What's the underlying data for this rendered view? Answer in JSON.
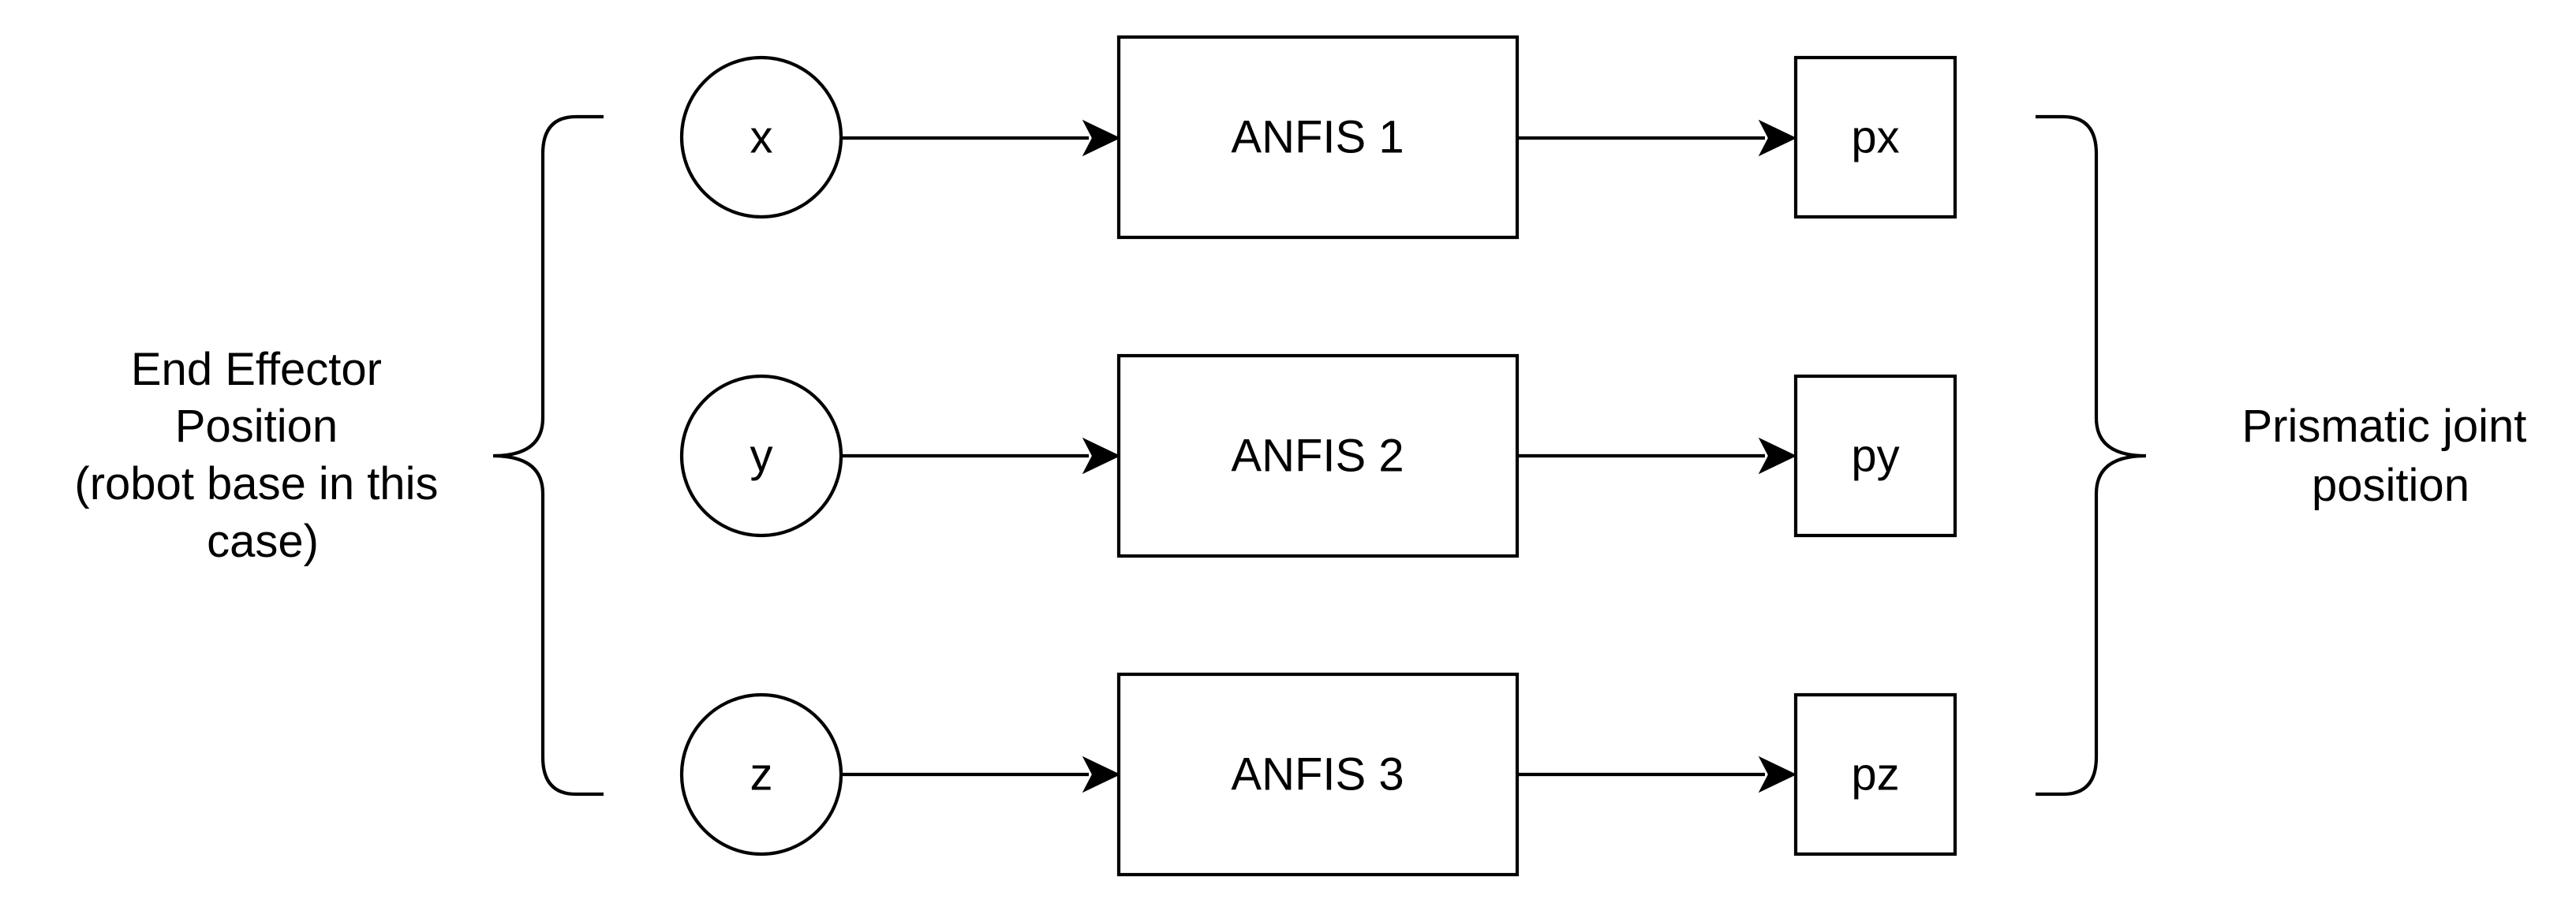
{
  "diagram": {
    "inputs": [
      {
        "label": "x"
      },
      {
        "label": "y"
      },
      {
        "label": "z"
      }
    ],
    "models": [
      {
        "label": "ANFIS 1"
      },
      {
        "label": "ANFIS 2"
      },
      {
        "label": "ANFIS 3"
      }
    ],
    "outputs": [
      {
        "label": "px"
      },
      {
        "label": "py"
      },
      {
        "label": "pz"
      }
    ],
    "left_group": {
      "lines": [
        "End Effector",
        "Position",
        "(robot base in this",
        "case)"
      ]
    },
    "right_group": {
      "lines": [
        "Prismatic joint",
        "position"
      ]
    }
  }
}
